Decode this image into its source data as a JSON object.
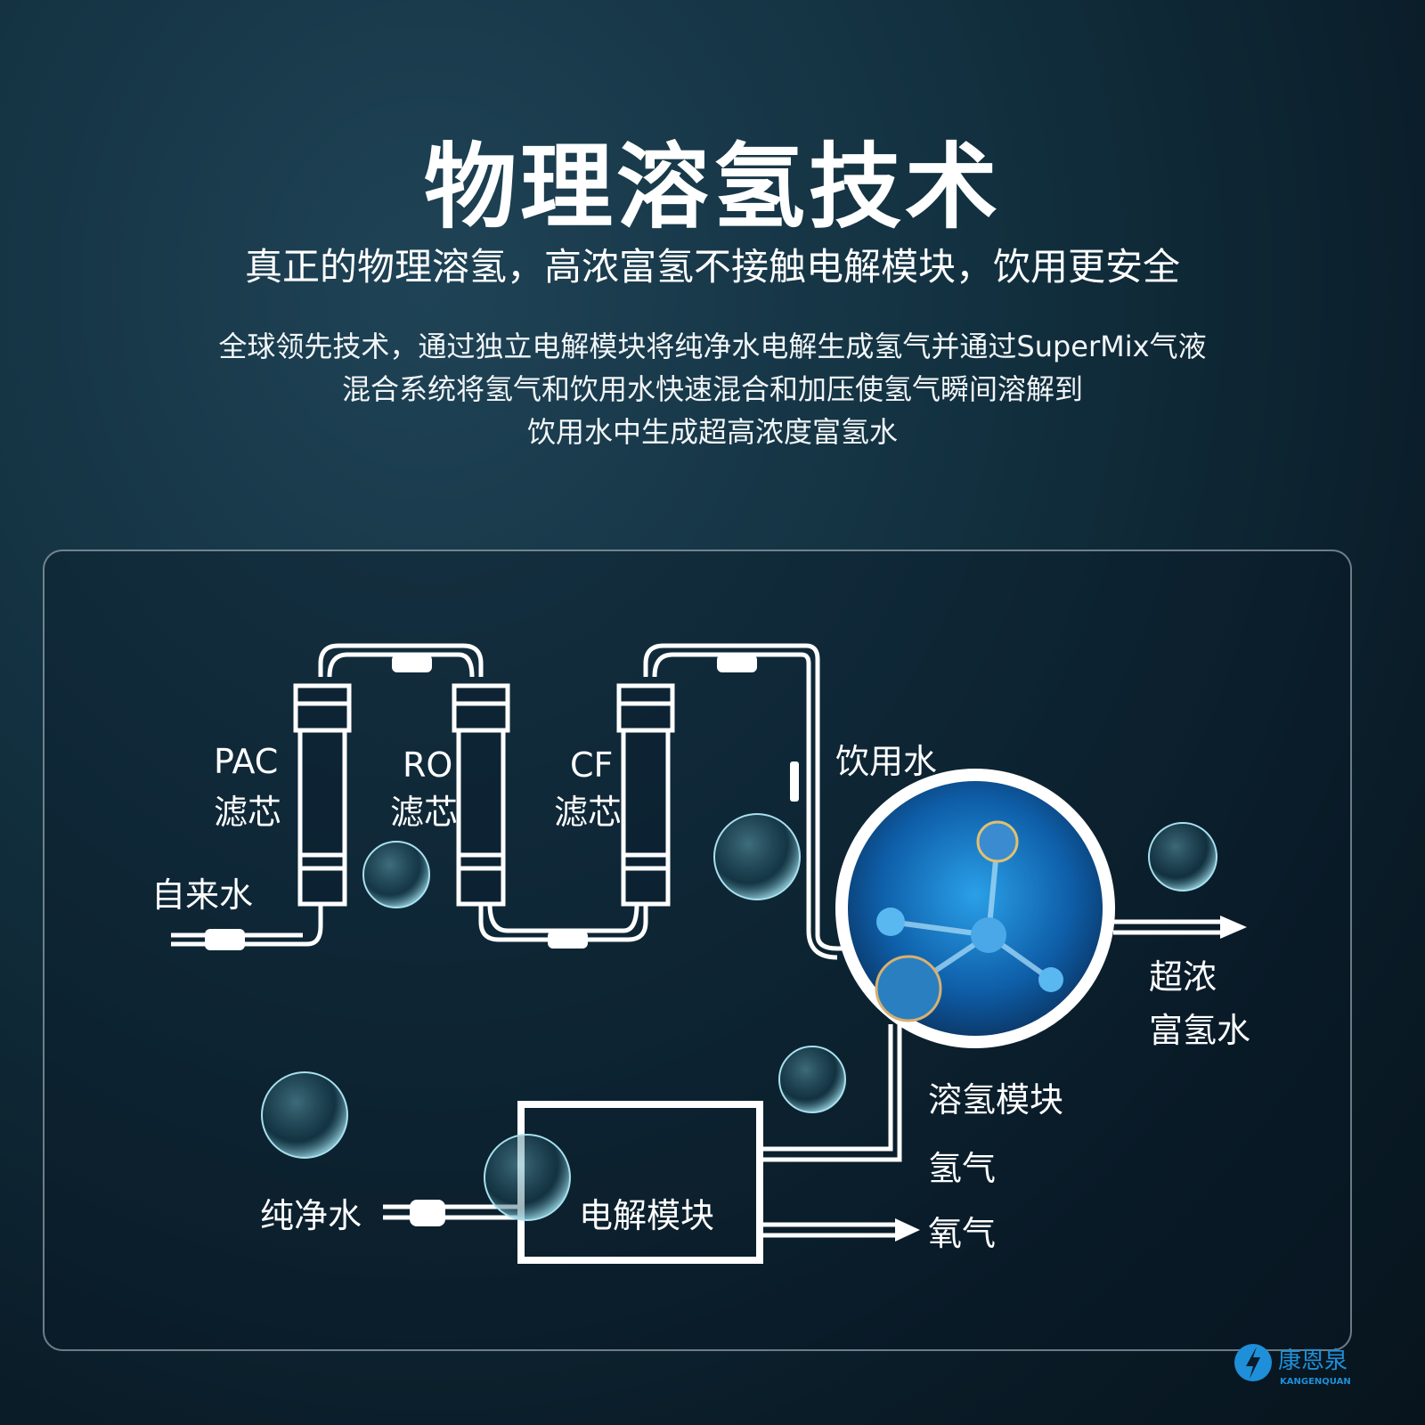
{
  "title": "物理溶氢技术",
  "subtitle": "真正的物理溶氢，高浓富氢不接触电解模块，饮用更安全",
  "description": [
    "全球领先技术，通过独立电解模块将纯净水电解生成氢气并通过SuperMix气液",
    "混合系统将氢气和饮用水快速混合和加压使氢气瞬间溶解到",
    "饮用水中生成超高浓度富氢水"
  ],
  "diagram": {
    "pac_label": "PAC",
    "ro_label": "RO",
    "cf_label": "CF",
    "filter_label": "滤芯",
    "tap_water": "自来水",
    "drinking_water": "饮用水",
    "super_rich": "超浓",
    "rich_hydrogen_water": "富氢水",
    "dissolve_module": "溶氢模块",
    "hydrogen": "氢气",
    "oxygen": "氧气",
    "pure_water": "纯净水",
    "electrolysis_module": "电解模块"
  },
  "logo": {
    "name": "康恩泉",
    "latin": "KANGENQUAN",
    "color": "#1e8fd8"
  }
}
